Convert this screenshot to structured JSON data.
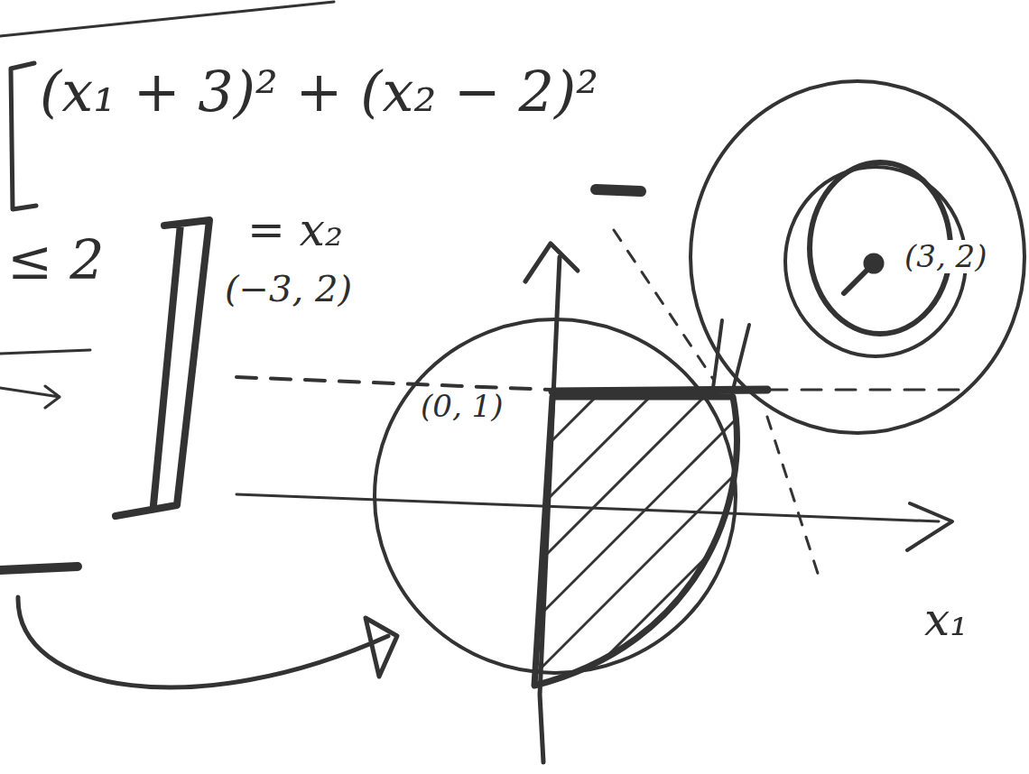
{
  "diagram": {
    "labels": [
      "(x₁ + 3)² + (x₂ − 2)²",
      "≤ 2",
      "= x₂",
      "(−3, 2)",
      "(0, 1)",
      "(3, 2)",
      "x₁"
    ]
  }
}
